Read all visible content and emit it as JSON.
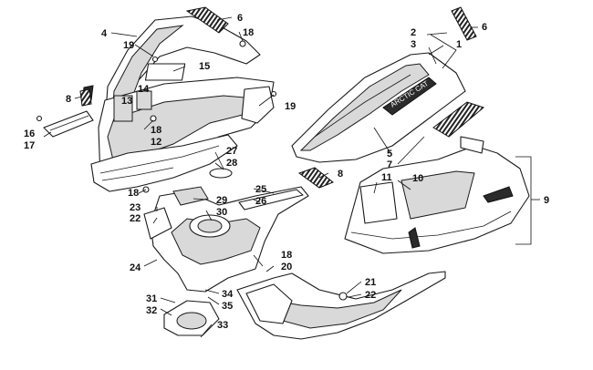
{
  "callouts": [
    {
      "id": "c1",
      "text": "1"
    },
    {
      "id": "c2",
      "text": "2"
    },
    {
      "id": "c3",
      "text": "3"
    },
    {
      "id": "c4",
      "text": "4"
    },
    {
      "id": "c5",
      "text": "5"
    },
    {
      "id": "c6a",
      "text": "6"
    },
    {
      "id": "c6b",
      "text": "6"
    },
    {
      "id": "c7",
      "text": "7"
    },
    {
      "id": "c8a",
      "text": "8"
    },
    {
      "id": "c8b",
      "text": "8"
    },
    {
      "id": "c9",
      "text": "9"
    },
    {
      "id": "c10",
      "text": "10"
    },
    {
      "id": "c11",
      "text": "11"
    },
    {
      "id": "c12",
      "text": "12"
    },
    {
      "id": "c13",
      "text": "13"
    },
    {
      "id": "c14",
      "text": "14"
    },
    {
      "id": "c15",
      "text": "15"
    },
    {
      "id": "c16",
      "text": "16"
    },
    {
      "id": "c17",
      "text": "17"
    },
    {
      "id": "c18a",
      "text": "18"
    },
    {
      "id": "c18b",
      "text": "18"
    },
    {
      "id": "c18c",
      "text": "18"
    },
    {
      "id": "c18d",
      "text": "18"
    },
    {
      "id": "c19a",
      "text": "19"
    },
    {
      "id": "c19b",
      "text": "19"
    },
    {
      "id": "c20",
      "text": "20"
    },
    {
      "id": "c21",
      "text": "21"
    },
    {
      "id": "c22a",
      "text": "22"
    },
    {
      "id": "c22b",
      "text": "22"
    },
    {
      "id": "c23",
      "text": "23"
    },
    {
      "id": "c24",
      "text": "24"
    },
    {
      "id": "c25",
      "text": "25"
    },
    {
      "id": "c26",
      "text": "26"
    },
    {
      "id": "c27",
      "text": "27"
    },
    {
      "id": "c28",
      "text": "28"
    },
    {
      "id": "c29",
      "text": "29"
    },
    {
      "id": "c30",
      "text": "30"
    },
    {
      "id": "c31",
      "text": "31"
    },
    {
      "id": "c32",
      "text": "32"
    },
    {
      "id": "c33",
      "text": "33"
    },
    {
      "id": "c34",
      "text": "34"
    },
    {
      "id": "c35",
      "text": "35"
    }
  ],
  "decal_text": "ARCTIC CAT"
}
